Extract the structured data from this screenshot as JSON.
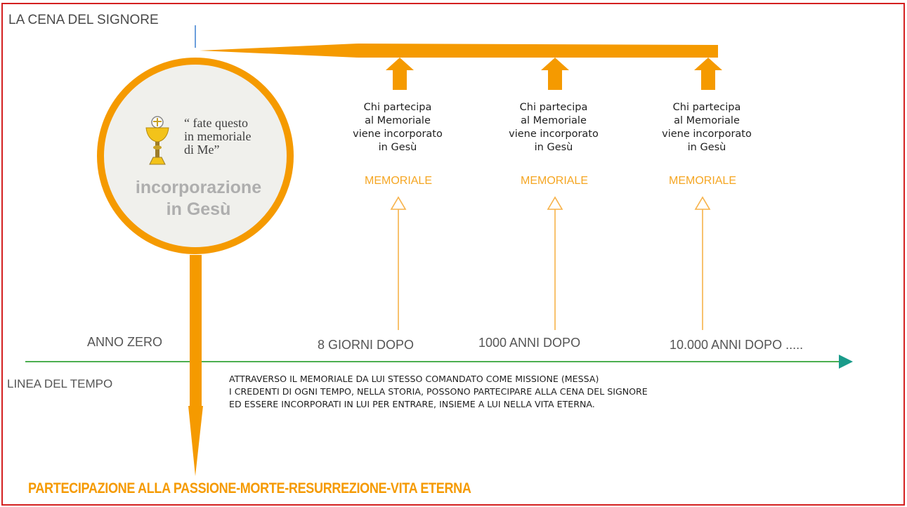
{
  "title": "LA CENA DEL SIGNORE",
  "circle": {
    "quote_lines": [
      "“ fate questo",
      "in memoriale",
      "di Me”"
    ],
    "label_lines": [
      "incorporazione",
      "in Gesù"
    ]
  },
  "memorials": [
    {
      "text_lines": [
        "Chi partecipa",
        "al Memoriale",
        "viene incorporato",
        "in Gesù"
      ],
      "label": "MEMORIALE",
      "time_label": "8 GIORNI DOPO"
    },
    {
      "text_lines": [
        "Chi partecipa",
        "al Memoriale",
        "viene incorporato",
        "in Gesù"
      ],
      "label": "MEMORIALE",
      "time_label": "1000 ANNI DOPO"
    },
    {
      "text_lines": [
        "Chi partecipa",
        "al Memoriale",
        "viene incorporato",
        "in Gesù"
      ],
      "label": "MEMORIALE",
      "time_label": "10.000 ANNI DOPO ....."
    }
  ],
  "timeline": {
    "start_label": "ANNO ZERO",
    "name": "LINEA DEL TEMPO",
    "explanation_lines": [
      "ATTRAVERSO IL MEMORIALE DA LUI STESSO COMANDATO COME MISSIONE (MESSA)",
      "I CREDENTI DI OGNI TEMPO, NELLA STORIA, POSSONO PARTECIPARE ALLA CENA DEL SIGNORE",
      "ED ESSERE INCORPORATI IN LUI PER ENTRARE, INSIEME A LUI NELLA VITA ETERNA."
    ]
  },
  "bottom_title": "PARTECIPAZIONE ALLA PASSIONE-MORTE-RESURREZIONE-VITA ETERNA",
  "colors": {
    "orange": "#f59a00",
    "light_orange": "#f7b24a",
    "timeline_green": "#4caf50",
    "timeline_arrowhead": "#1a9b8a",
    "frame_red": "#d42020",
    "circle_fill": "#f0f0ec"
  },
  "icons": [
    "chalice-icon"
  ]
}
